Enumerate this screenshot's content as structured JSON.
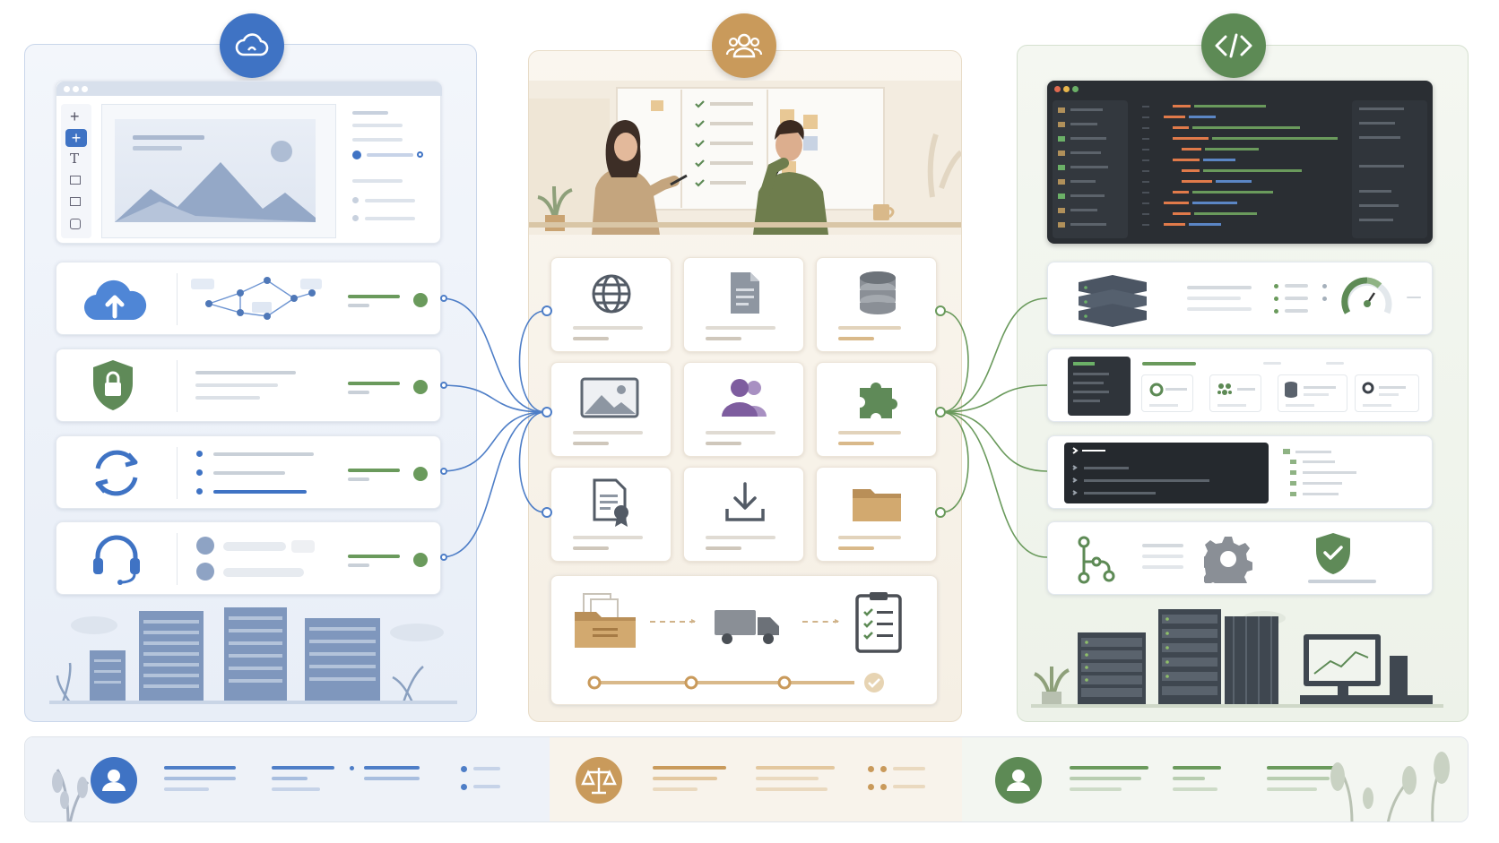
{
  "columns": {
    "left": {
      "icon": "cloud-icon",
      "color": "#3f73c4"
    },
    "middle": {
      "icon": "users-icon",
      "color": "#c99a5b"
    },
    "right": {
      "icon": "code-icon",
      "color": "#5d8a55"
    }
  },
  "left_services": [
    {
      "icon": "cloud-upload-icon",
      "status": "check"
    },
    {
      "icon": "shield-lock-icon",
      "status": "check"
    },
    {
      "icon": "sync-icon",
      "status": "check"
    },
    {
      "icon": "headset-icon",
      "status": "dot"
    }
  ],
  "middle_tiles": [
    "globe-icon",
    "document-icon",
    "database-icon",
    "image-icon",
    "people-icon",
    "puzzle-icon",
    "certificate-icon",
    "download-icon",
    "folder-icon"
  ],
  "middle_flow": [
    "folder-docs-icon",
    "truck-icon",
    "checklist-icon"
  ],
  "right_services": [
    "server-stack-icon",
    "dashboard-panel-icon",
    "terminal-icon",
    "git-branch-icon"
  ],
  "footer": [
    "user-icon",
    "scales-icon",
    "user-icon"
  ],
  "colors": {
    "blue": "#3f73c4",
    "tan": "#c99a5b",
    "green": "#5d8a55",
    "check_green": "#6a9a5c",
    "code_bg": "#2a2e33"
  }
}
